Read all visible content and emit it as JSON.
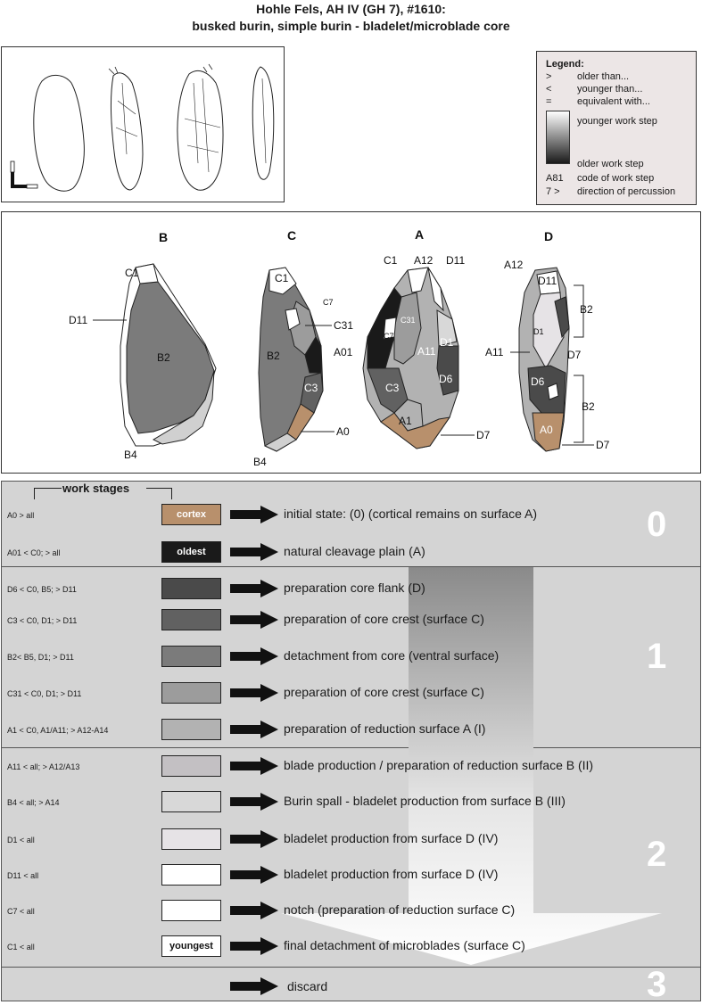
{
  "title": {
    "line1": "Hohle Fels, AH IV (GH 7), #1610:",
    "line2": "busked burin, simple burin - bladelet/microblade core"
  },
  "legend": {
    "heading": "Legend:",
    "items": [
      {
        "sym": ">",
        "text": "older than..."
      },
      {
        "sym": "<",
        "text": "younger than..."
      },
      {
        "sym": "=",
        "text": "equivalent with..."
      }
    ],
    "gradient_top": "younger work step",
    "gradient_bottom": "older work step",
    "code_sym": "A81",
    "code_text": "code of work step",
    "dir_sym": "7 >",
    "dir_text": "direction of percussion"
  },
  "diagram": {
    "views": [
      "B",
      "C",
      "A",
      "D"
    ],
    "labels_b": [
      "C1",
      "D11",
      "B2",
      "B4"
    ],
    "labels_c": [
      "C1",
      "C7",
      "C31",
      "B2",
      "A01",
      "C3",
      "A0",
      "B4"
    ],
    "labels_a": [
      "C1",
      "A12",
      "D11",
      "C31",
      "C7",
      "D1",
      "A11",
      "D6",
      "C3",
      "A1",
      "D7"
    ],
    "labels_d": [
      "A12",
      "D11",
      "B2",
      "D1",
      "A11",
      "D7",
      "D6",
      "B2",
      "A0",
      "D7"
    ]
  },
  "work_stages": {
    "heading": "work stages",
    "rows": [
      {
        "code": "A0 > all",
        "swatch_label": "cortex",
        "color": "#b8906c",
        "text": "initial state: (0) (cortical remains on surface A)"
      },
      {
        "code": "A01 < C0; > all",
        "swatch_label": "oldest",
        "color": "#1a1a1a",
        "text": "natural cleavage plain (A)"
      },
      {
        "code": "D6 < C0, B5; > D11",
        "swatch_label": "",
        "color": "#4a4a4a",
        "text": "preparation core flank (D)"
      },
      {
        "code": "C3 < C0, D1; > D11",
        "swatch_label": "",
        "color": "#616161",
        "text": "preparation of core crest (surface C)"
      },
      {
        "code": "B2< B5, D1; > D11",
        "swatch_label": "",
        "color": "#7b7b7b",
        "text": "detachment from core (ventral surface)"
      },
      {
        "code": "C31 < C0, D1; > D11",
        "swatch_label": "",
        "color": "#9c9c9c",
        "text": "preparation of core crest (surface C)"
      },
      {
        "code": "A1 < C0, A1/A11; > A12-A14",
        "swatch_label": "",
        "color": "#b2b2b2",
        "text": " preparation of reduction surface A (I)"
      },
      {
        "code": "A11 < all; > A12/A13",
        "swatch_label": "",
        "color": "#c3c0c3",
        "text": "blade production / preparation of reduction surface B (II)"
      },
      {
        "code": "B4 < all; > A14",
        "swatch_label": "",
        "color": "#d8d8d8",
        "text": "Burin spall - bladelet production from surface B (III)"
      },
      {
        "code": "D1 < all",
        "swatch_label": "",
        "color": "#e6e3e6",
        "text": "bladelet production from surface D (IV)"
      },
      {
        "code": "D11 < all",
        "swatch_label": "",
        "color": "#ffffff",
        "text": "bladelet production from surface D (IV)"
      },
      {
        "code": "C7 < all",
        "swatch_label": "",
        "color": "#ffffff",
        "text": "notch (preparation of reduction surface C)"
      },
      {
        "code": "C1 < all",
        "swatch_label": "youngest",
        "color": "#ffffff",
        "text": "final detachment of microblades (surface C)"
      }
    ],
    "discard_text": "discard",
    "stage_numbers": [
      "0",
      "1",
      "2",
      "3"
    ]
  }
}
